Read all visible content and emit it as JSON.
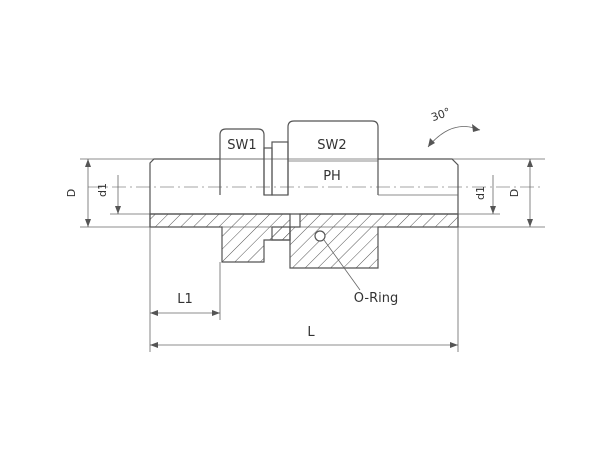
{
  "labels": {
    "sw1": "SW1",
    "sw2": "SW2",
    "ph": "PH",
    "angle": "30°",
    "d_left": "D",
    "d_right": "D",
    "d1_left": "d1",
    "d1_right": "d1",
    "l1": "L1",
    "l": "L",
    "oring": "O-Ring"
  }
}
